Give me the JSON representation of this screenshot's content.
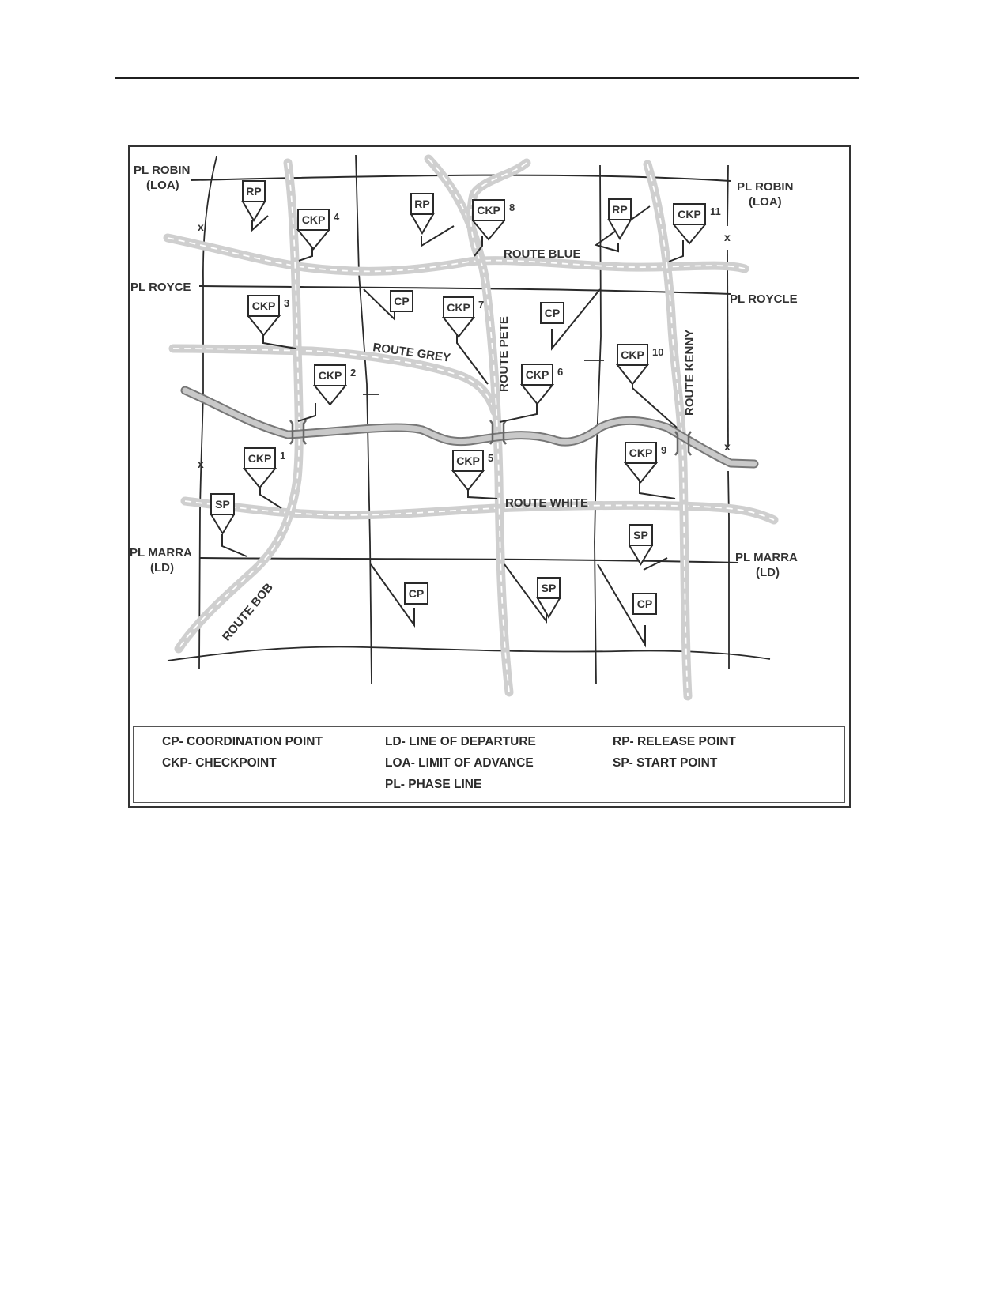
{
  "map": {
    "phase_lines": {
      "robin_left": [
        "PL ROBIN",
        "(LOA)"
      ],
      "robin_right": [
        "PL ROBIN",
        "(LOA)"
      ],
      "royce_left": "PL ROYCE",
      "royce_right": "PL ROYCLE",
      "marra_left": [
        "PL MARRA",
        "(LD)"
      ],
      "marra_right": [
        "PL MARRA",
        "(LD)"
      ]
    },
    "routes": {
      "blue": "ROUTE BLUE",
      "grey": "ROUTE GREY",
      "white": "ROUTE WHITE",
      "pete": "ROUTE PETE",
      "kenny": "ROUTE KENNY",
      "bob": "ROUTE BOB"
    },
    "symbols": {
      "rp": "RP",
      "ckp": "CKP",
      "cp": "CP",
      "sp": "SP"
    },
    "checkpoint_numbers": [
      "1",
      "2",
      "3",
      "4",
      "5",
      "6",
      "7",
      "8",
      "9",
      "10",
      "11"
    ],
    "boundary_marker": "x",
    "colors": {
      "road": "#cfcfcf",
      "river_outline": "#777777",
      "river_fill": "#c9c9c9",
      "ink": "#2a2a2a"
    }
  },
  "legend": {
    "cp": "CP- COORDINATION POINT",
    "ckp": "CKP- CHECKPOINT",
    "ld": "LD- LINE OF DEPARTURE",
    "loa": "LOA- LIMIT OF ADVANCE",
    "pl": "PL- PHASE LINE",
    "rp": "RP- RELEASE POINT",
    "sp": "SP- START POINT"
  }
}
